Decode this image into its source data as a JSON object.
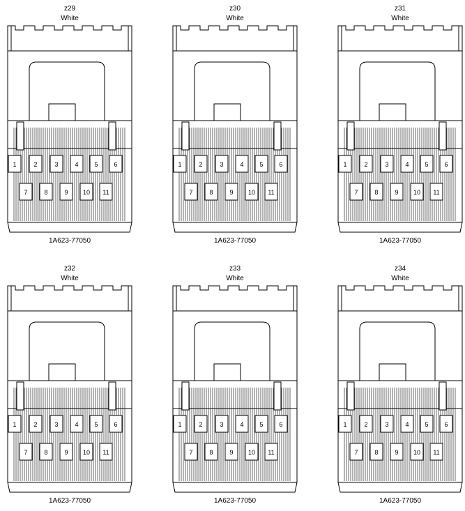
{
  "diagram": {
    "connectors": [
      {
        "id": "z29",
        "color": "White",
        "part_number": "1A623-77050"
      },
      {
        "id": "z30",
        "color": "White",
        "part_number": "1A623-77050"
      },
      {
        "id": "z31",
        "color": "White",
        "part_number": "1A623-77050"
      },
      {
        "id": "z32",
        "color": "White",
        "part_number": "1A623-77050"
      },
      {
        "id": "z33",
        "color": "White",
        "part_number": "1A623-77050"
      },
      {
        "id": "z34",
        "color": "White",
        "part_number": "1A623-77050"
      }
    ],
    "pins_top_row": [
      "1",
      "2",
      "3",
      "4",
      "5",
      "6"
    ],
    "pins_bottom_row": [
      "7",
      "8",
      "9",
      "10",
      "11"
    ],
    "line_color": "#000000"
  }
}
